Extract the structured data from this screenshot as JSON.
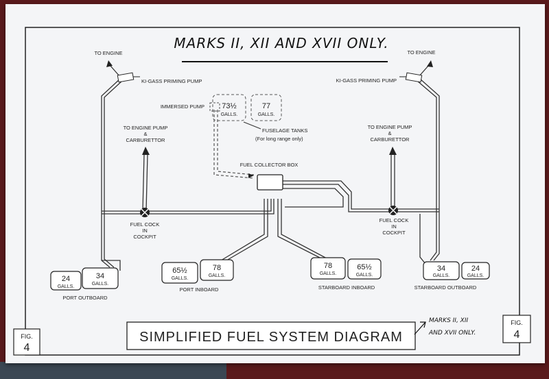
{
  "header": {
    "title_handwritten": "MARKS II, XII AND XVII ONLY."
  },
  "footer": {
    "diagram_title": "SIMPLIFIED FUEL SYSTEM DIAGRAM",
    "handnote_line1": "MARKS II, XII",
    "handnote_line2": "AND XVII ONLY.",
    "fig_label": "FIG.",
    "fig_number": "4"
  },
  "labels": {
    "to_engine_left": "TO ENGINE",
    "to_engine_right": "TO ENGINE",
    "primer_left": "KI-GASS PRIMING PUMP",
    "primer_right": "KI-GASS PRIMING PUMP",
    "immersed_pump": "IMMERSED PUMP",
    "fuselage_tanks": "FUSELAGE TANKS",
    "fuselage_note": "(For long range only)",
    "collector_box": "FUEL COLLECTOR BOX",
    "engine_pump_left_1": "TO ENGINE PUMP",
    "engine_pump_left_2": "&",
    "engine_pump_left_3": "CARBURETTOR",
    "engine_pump_right_1": "TO ENGINE PUMP",
    "engine_pump_right_2": "&",
    "engine_pump_right_3": "CARBURETTOR",
    "cock_left_1": "FUEL COCK",
    "cock_left_2": "IN",
    "cock_left_3": "COCKPIT",
    "cock_right_1": "FUEL COCK",
    "cock_right_2": "IN",
    "cock_right_3": "COCKPIT",
    "port_outboard": "PORT OUTBOARD",
    "port_inboard": "PORT INBOARD",
    "starboard_inboard": "STARBOARD INBOARD",
    "starboard_outboard": "STARBOARD OUTBOARD"
  },
  "tanks": {
    "fuselage_a": {
      "value": "73½",
      "unit": "GALLS."
    },
    "fuselage_b": {
      "value": "77",
      "unit": "GALLS."
    },
    "port_out_a": {
      "value": "24",
      "unit": "GALLS."
    },
    "port_out_b": {
      "value": "34",
      "unit": "GALLS."
    },
    "port_in_a": {
      "value": "65½",
      "unit": "GALLS."
    },
    "port_in_b": {
      "value": "78",
      "unit": "GALLS."
    },
    "stbd_in_a": {
      "value": "78",
      "unit": "GALLS."
    },
    "stbd_in_b": {
      "value": "65½",
      "unit": "GALLS."
    },
    "stbd_out_a": {
      "value": "34",
      "unit": "GALLS."
    },
    "stbd_out_b": {
      "value": "24",
      "unit": "GALLS."
    }
  }
}
